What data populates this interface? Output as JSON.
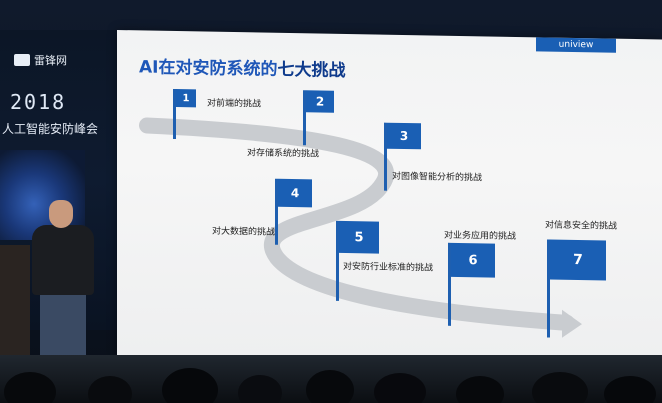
{
  "banner": {
    "logo_text": "雷锋网",
    "year": "2018",
    "summit": "人工智能安防峰会"
  },
  "slide": {
    "brand": "uniview",
    "title_prefix": "AI在对安防系统的",
    "title_highlight": "七大挑战",
    "flags": [
      {
        "number": "1",
        "label": "对前端的挑战"
      },
      {
        "number": "2",
        "label": "对存储系统的挑战"
      },
      {
        "number": "3",
        "label": "对图像智能分析的挑战"
      },
      {
        "number": "4",
        "label": "对大数据的挑战"
      },
      {
        "number": "5",
        "label": "对安防行业标准的挑战"
      },
      {
        "number": "6",
        "label": "对业务应用的挑战"
      },
      {
        "number": "7",
        "label": "对信息安全的挑战"
      }
    ]
  },
  "colors": {
    "flag_blue": "#1a5fb4",
    "title_blue": "#1f57b8",
    "road_gray": "#c9ccd0"
  }
}
